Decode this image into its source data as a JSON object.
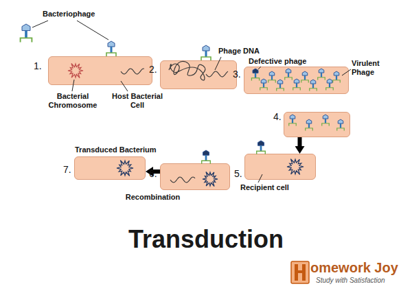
{
  "diagram": {
    "title": "Transduction",
    "nodes": [
      {
        "text": [
          "1."
        ]
      },
      {
        "text": [
          "2."
        ]
      },
      {
        "text": [
          "3."
        ]
      },
      {
        "text": [
          "4."
        ]
      },
      {
        "text": [
          "5."
        ]
      },
      {
        "text": [
          "6."
        ]
      },
      {
        "text": [
          "Transduced Bacterium",
          "7."
        ]
      }
    ],
    "edges": [
      {
        "from": 3,
        "to": 4,
        "arrow": "to"
      },
      {
        "from": 5,
        "to": 6,
        "arrow": "to",
        "label": "Recombination"
      }
    ],
    "labels": [
      "Bacteriophage",
      "Bacterial Chromosome",
      "Host Bacterial Cell",
      "Phage DNA",
      "Defective phage",
      "Virulent Phage",
      "Recipient cell",
      "omework Joy",
      "Study with Satisfaction"
    ]
  }
}
